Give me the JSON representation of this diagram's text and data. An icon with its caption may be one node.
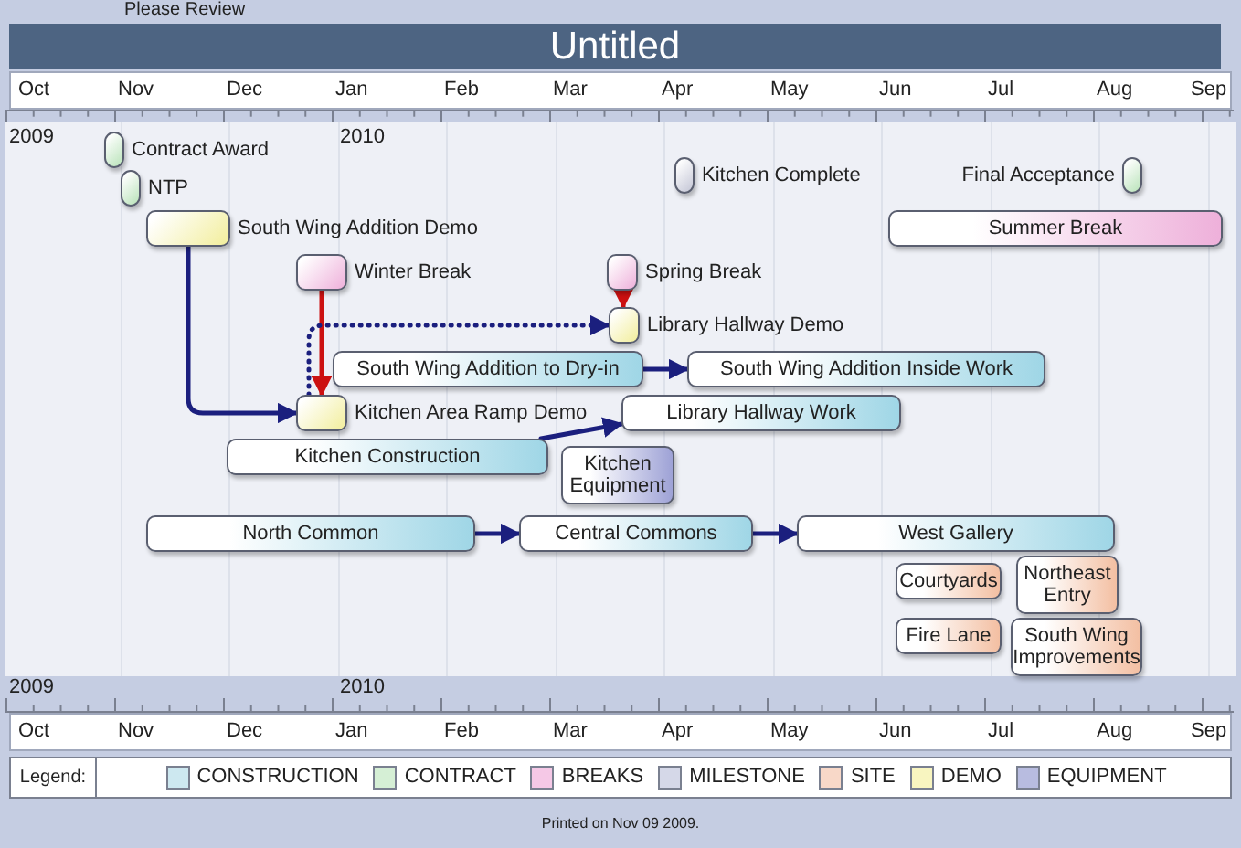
{
  "diagram": {
    "title": "Untitled",
    "caption": "Printed on Nov 09 2009.",
    "nodes": [
      {
        "text": [
          "Contract Award"
        ]
      },
      {
        "text": [
          "NTP"
        ]
      },
      {
        "text": [
          "Kitchen Complete"
        ]
      },
      {
        "text": [
          "Final Acceptance"
        ]
      },
      {
        "text": [
          "Winter Break"
        ]
      },
      {
        "text": [
          "Spring Break"
        ]
      },
      {
        "text": [
          "Summer Break"
        ]
      },
      {
        "text": [
          "South Wing Addition Demo"
        ]
      },
      {
        "text": [
          "Library Hallway Demo"
        ]
      },
      {
        "text": [
          "South Wing Addition to Dry-in"
        ]
      },
      {
        "text": [
          "South Wing Addition Inside Work"
        ]
      },
      {
        "text": [
          "Kitchen Area Ramp Demo"
        ]
      },
      {
        "text": [
          "Library Hallway Work"
        ]
      },
      {
        "text": [
          "Kitchen Construction"
        ]
      },
      {
        "text": [
          "Kitchen Equipment"
        ]
      },
      {
        "text": [
          "North Common"
        ]
      },
      {
        "text": [
          "Central Commons"
        ]
      },
      {
        "text": [
          "West Gallery"
        ]
      },
      {
        "text": [
          "Courtyards"
        ]
      },
      {
        "text": [
          "Northeast Entry"
        ]
      },
      {
        "text": [
          "Fire Lane"
        ]
      },
      {
        "text": [
          "South Wing Improvements"
        ]
      }
    ],
    "edges": [
      {
        "from": 4,
        "to": 11,
        "arrow": "to",
        "color": "#cc1111"
      },
      {
        "from": 5,
        "to": 8,
        "arrow": "to",
        "color": "#cc1111"
      },
      {
        "from": 7,
        "to": 11,
        "arrow": "to"
      },
      {
        "from": 11,
        "to": 8,
        "arrow": "to",
        "style": "dashed"
      },
      {
        "from": 9,
        "to": 10,
        "arrow": "to"
      },
      {
        "from": 13,
        "to": 12,
        "arrow": "to"
      },
      {
        "from": 15,
        "to": 16,
        "arrow": "to"
      },
      {
        "from": 16,
        "to": 17,
        "arrow": "to"
      }
    ],
    "labels": [
      "Please Review",
      "Oct",
      "Nov",
      "Dec",
      "Jan",
      "Feb",
      "Mar",
      "Apr",
      "May",
      "Jun",
      "Jul",
      "Aug",
      "Sep",
      "2009",
      "2010",
      "2009",
      "2010",
      "Oct",
      "Nov",
      "Dec",
      "Jan",
      "Feb",
      "Mar",
      "Apr",
      "May",
      "Jun",
      "Jul",
      "Aug",
      "Sep",
      "Legend:"
    ],
    "legend": [
      {
        "text": "CONSTRUCTION",
        "color": "#cde8f0"
      },
      {
        "text": "CONTRACT",
        "color": "#d5efd5"
      },
      {
        "text": "BREAKS",
        "color": "#f5c8e6"
      },
      {
        "text": "MILESTONE",
        "color": "#d5d8e8"
      },
      {
        "text": "SITE",
        "color": "#f8d8c8"
      },
      {
        "text": "DEMO",
        "color": "#f8f5c0"
      },
      {
        "text": "EQUIPMENT",
        "color": "#b8bce0"
      }
    ]
  }
}
